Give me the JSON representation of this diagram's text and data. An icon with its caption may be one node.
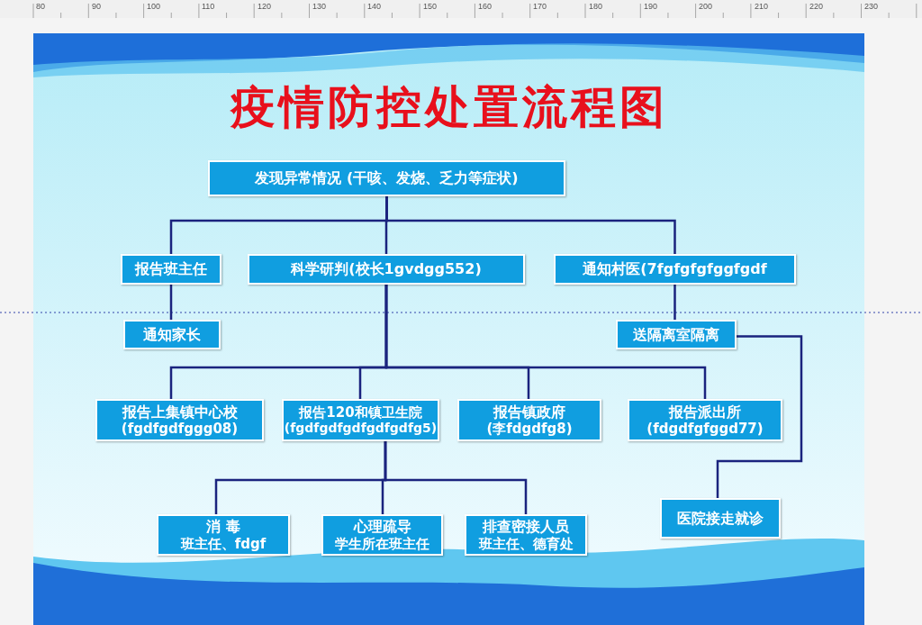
{
  "diagram": {
    "title": "疫情防控处置流程图",
    "nodes": [
      {
        "text": [
          "发现异常情况 (干咳、发烧、乏力等症状)"
        ]
      },
      {
        "text": [
          "报告班主任"
        ]
      },
      {
        "text": [
          "科学研判(校长1gvdgg552)"
        ]
      },
      {
        "text": [
          "通知村医(7fgfgfgfggfgdf"
        ]
      },
      {
        "text": [
          "通知家长"
        ]
      },
      {
        "text": [
          "送隔离室隔离"
        ]
      },
      {
        "text": [
          "报告上集镇中心校",
          "(fgdfgdfggg08)"
        ]
      },
      {
        "text": [
          "报告120和镇卫生院",
          "(fgdfgdfgdfgdfgdfg5)"
        ]
      },
      {
        "text": [
          "报告镇政府",
          "(李fdgdfg8)"
        ]
      },
      {
        "text": [
          "报告派出所",
          "(fdgdfgfggd77)"
        ]
      },
      {
        "text": [
          "消 毒",
          "班主任、fdgf"
        ]
      },
      {
        "text": [
          "心理疏导",
          "学生所在班主任"
        ]
      },
      {
        "text": [
          "排查密接人员",
          "班主任、德育处"
        ]
      },
      {
        "text": [
          "医院接走就诊"
        ]
      }
    ],
    "edges": [
      {
        "from": 0,
        "to": 1,
        "arrow": "none"
      },
      {
        "from": 0,
        "to": 2,
        "arrow": "none"
      },
      {
        "from": 0,
        "to": 3,
        "arrow": "none"
      },
      {
        "from": 1,
        "to": 4,
        "arrow": "none"
      },
      {
        "from": 3,
        "to": 5,
        "arrow": "none"
      },
      {
        "from": 2,
        "to": 6,
        "arrow": "none"
      },
      {
        "from": 2,
        "to": 7,
        "arrow": "none"
      },
      {
        "from": 2,
        "to": 8,
        "arrow": "none"
      },
      {
        "from": 2,
        "to": 9,
        "arrow": "none"
      },
      {
        "from": 7,
        "to": 10,
        "arrow": "none"
      },
      {
        "from": 7,
        "to": 11,
        "arrow": "none"
      },
      {
        "from": 7,
        "to": 12,
        "arrow": "none"
      },
      {
        "from": 5,
        "to": 13,
        "arrow": "none"
      }
    ],
    "labels": [
      "80",
      "90",
      "100",
      "110",
      "120",
      "130",
      "140",
      "150",
      "160",
      "170",
      "180",
      "190",
      "200",
      "210",
      "220",
      "230"
    ]
  }
}
